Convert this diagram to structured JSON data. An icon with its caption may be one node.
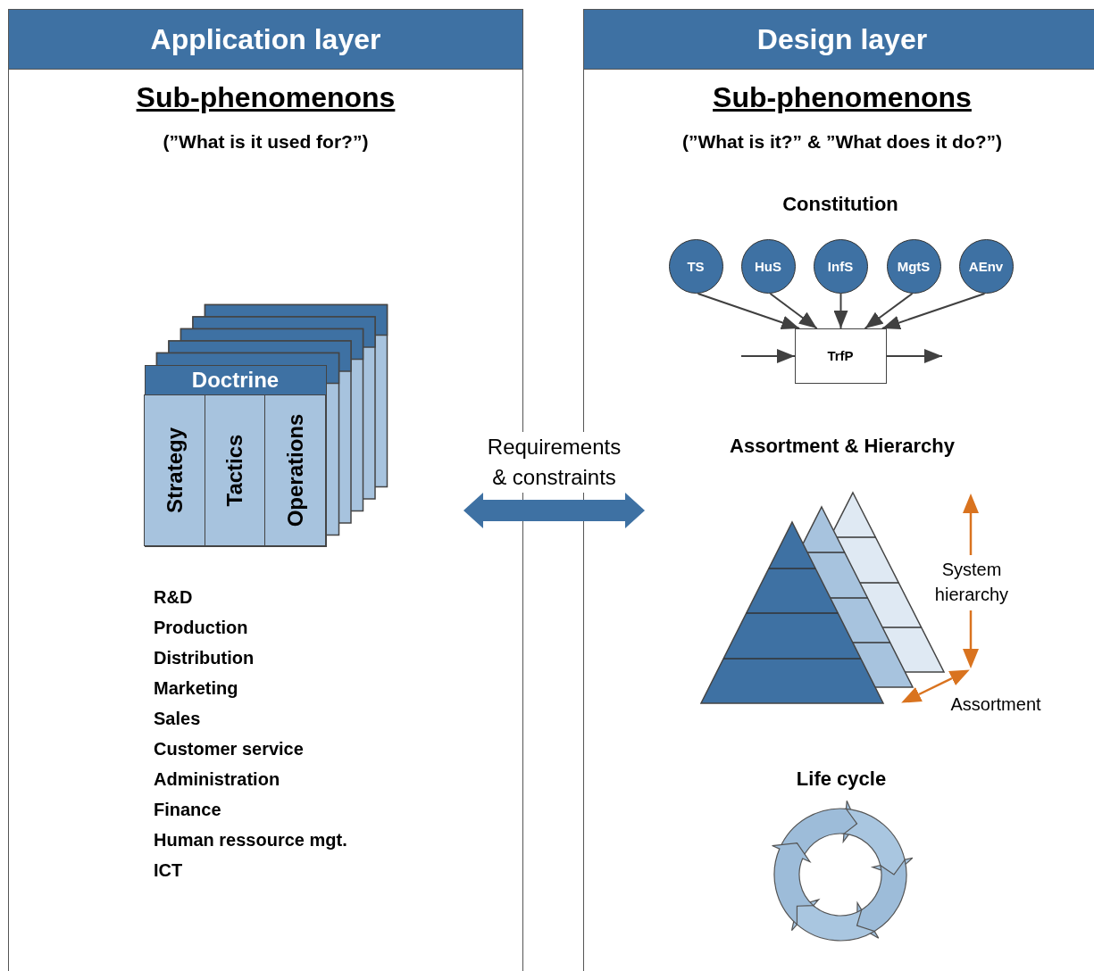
{
  "diagram": {
    "nodes": [
      {
        "text": [
          "Application layer",
          "Sub-phenomenons",
          "(”What is it used for?”)"
        ]
      },
      {
        "text": [
          "Design layer",
          "Sub-phenomenons",
          "(”What is it?” & ”What does it do?”)"
        ]
      },
      {
        "text": [
          "Doctrine"
        ],
        "in": 0
      },
      {
        "text": [
          "Strategy"
        ],
        "in": 2
      },
      {
        "text": [
          "Tactics"
        ],
        "in": 2
      },
      {
        "text": [
          "Operations"
        ],
        "in": 2
      },
      {
        "text": [
          "TS"
        ],
        "in": 1
      },
      {
        "text": [
          "HuS"
        ],
        "in": 1
      },
      {
        "text": [
          "InfS"
        ],
        "in": 1
      },
      {
        "text": [
          "MgtS"
        ],
        "in": 1
      },
      {
        "text": [
          "AEnv"
        ],
        "in": 1
      },
      {
        "text": [
          "TrfP"
        ],
        "in": 1
      }
    ],
    "edges": [
      {
        "from": 6,
        "to": 11,
        "arrow": "to"
      },
      {
        "from": 7,
        "to": 11,
        "arrow": "to"
      },
      {
        "from": 8,
        "to": 11,
        "arrow": "to"
      },
      {
        "from": 9,
        "to": 11,
        "arrow": "to"
      },
      {
        "from": 10,
        "to": 11,
        "arrow": "to"
      },
      {
        "from": null,
        "to": 11,
        "arrow": "to"
      },
      {
        "from": 11,
        "to": null,
        "arrow": "to"
      },
      {
        "from": 0,
        "to": 1,
        "arrow": "both",
        "label": "Requirements & constraints",
        "style": "thick",
        "color": "#3e71a3"
      }
    ],
    "labels": [
      "R&D",
      "Production",
      "Distribution",
      "Marketing",
      "Sales",
      "Customer service",
      "Administration",
      "Finance",
      "Human ressource mgt.",
      "ICT",
      "Constitution",
      "Assortment & Hierarchy",
      "System hierarchy",
      "Assortment",
      "Life cycle"
    ]
  }
}
